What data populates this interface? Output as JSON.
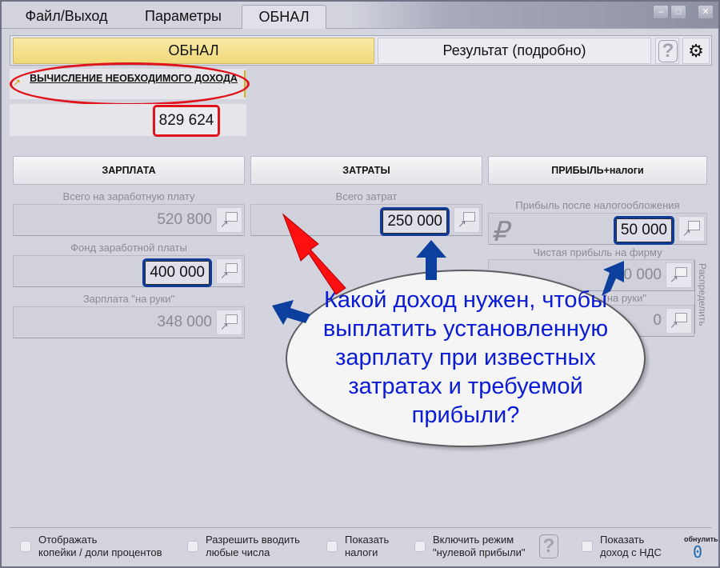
{
  "tabs": [
    {
      "label": "Файл/Выход",
      "active": false
    },
    {
      "label": "Параметры",
      "active": false
    },
    {
      "label": "ОБНАЛ",
      "active": true
    }
  ],
  "window_controls": {
    "minimize": "–",
    "maximize": "□",
    "close": "✕"
  },
  "top_panel": {
    "obnal_label": "ОБНАЛ",
    "result_label": "Результат (подробно)",
    "help_icon": "?",
    "settings_icon": "⚙"
  },
  "calc": {
    "title": "ВЫЧИСЛЕНИЕ НЕОБХОДИМОГО ДОХОДА",
    "value": "829 624"
  },
  "sections": {
    "salary": {
      "button": "ЗАРПЛАТА",
      "fields": [
        {
          "label": "Всего на заработную плату",
          "value": "520 800",
          "active": false
        },
        {
          "label": "Фонд заработной платы",
          "value": "400 000",
          "active": true
        },
        {
          "label": "Зарплата \"на руки\"",
          "value": "348 000",
          "active": false
        }
      ]
    },
    "costs": {
      "button": "ЗАТРАТЫ",
      "fields": [
        {
          "label": "Всего затрат",
          "value": "250 000",
          "active": true
        }
      ]
    },
    "profit": {
      "button": "ПРИБЫЛЬ+налоги",
      "currency_icon": "₽",
      "distribute_label": "Распределить",
      "fields": [
        {
          "label": "Прибыль после налогообложения",
          "value": "50 000",
          "active": true
        },
        {
          "label": "Чистая прибыль на фирму",
          "value": "50 000",
          "active": false
        },
        {
          "label": "\"на руки\"",
          "value": "0",
          "active": false
        }
      ]
    }
  },
  "callout": {
    "text": "Какой доход нужен, чтобы выплатить установленную зарплату при известных затратах и требуемой прибыли?",
    "text_color": "#0a1bd6",
    "arrow_red": "#ff1010",
    "arrow_blue": "#0c3f9e"
  },
  "footer": {
    "options": [
      {
        "label_line1": "Отображать",
        "label_line2": "копейки / доли процентов",
        "checked": false
      },
      {
        "label_line1": "Разрешить вводить",
        "label_line2": "любые числа",
        "checked": false
      },
      {
        "label_line1": "Показать",
        "label_line2": "налоги",
        "checked": false
      },
      {
        "label_line1": "Включить режим",
        "label_line2": "\"нулевой прибыли\"",
        "checked": false
      },
      {
        "label_line1": "Показать",
        "label_line2": "доход с НДС",
        "checked": false
      }
    ],
    "help_icon": "?",
    "reset_label": "обнулить",
    "reset_value": "0"
  }
}
